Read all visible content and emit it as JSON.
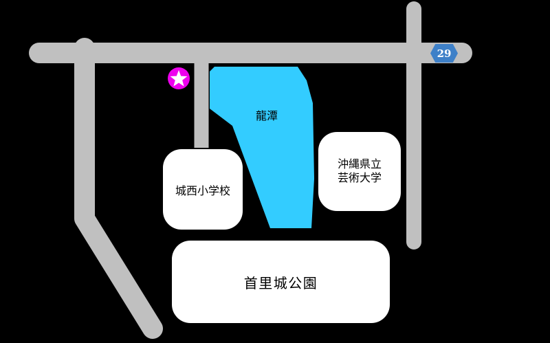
{
  "map": {
    "colors": {
      "background": "#000000",
      "road": "#c0c0c0",
      "pond": "#33ccff",
      "building": "#ffffff",
      "marker_circle": "#ee00ee",
      "marker_star": "#ffffff",
      "badge_background": "#3e80c8",
      "badge_text": "#ffffff",
      "label_text": "#000000"
    },
    "pond": {
      "label": "龍潭"
    },
    "route_badge": {
      "number": "29"
    },
    "buildings": {
      "elementary_school": {
        "label": "城西小学校"
      },
      "arts_university": {
        "label": "沖縄県立芸術大学",
        "line1": "沖縄県立",
        "line2": "芸術大学"
      },
      "castle_park": {
        "label": "首里城公園"
      }
    }
  }
}
